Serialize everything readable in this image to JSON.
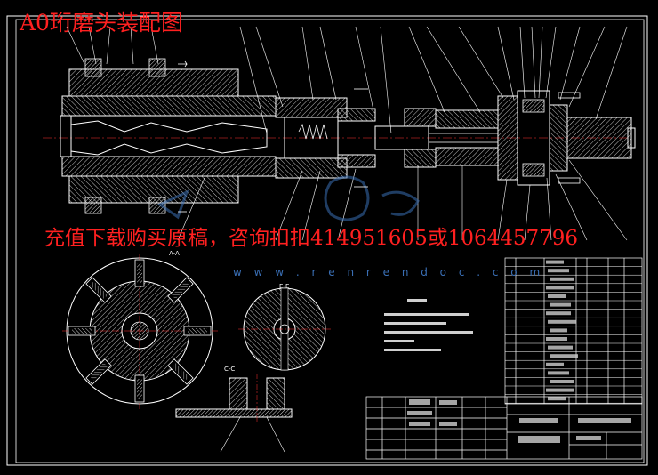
{
  "title": "A0珩磨头装配图",
  "promo": "充值下载购买原稿，咨询扣扣414951605或1064457796",
  "watermark": "w w w . r e n r e n d o c . c o m",
  "section_labels": {
    "a_a": "A-A",
    "c_c": "C-C",
    "e_e": "E-E"
  },
  "colors": {
    "background": "#000000",
    "title_red": "#ff2020",
    "line_white": "#ffffff",
    "watermark_blue": "#3a6fb5",
    "hatch_gray": "#9a9a9a"
  },
  "logo_icon": "renrendoc-logo-icon"
}
